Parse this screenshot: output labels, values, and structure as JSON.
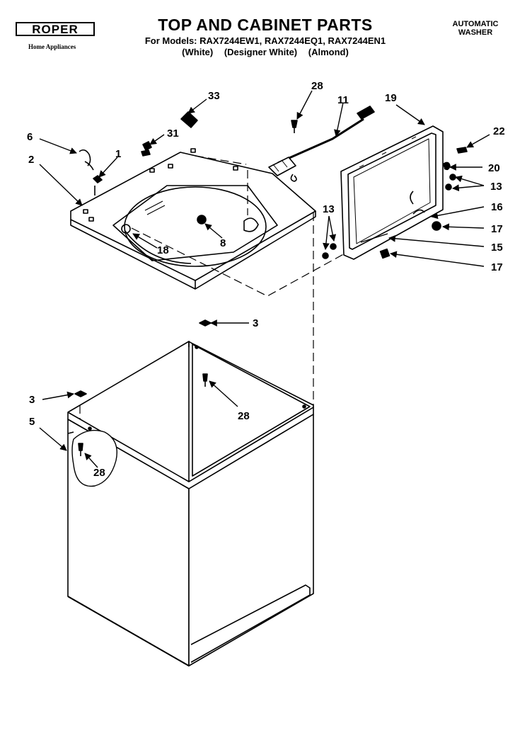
{
  "header": {
    "brand": "ROPER",
    "brand_tagline": "Home Appliances",
    "title": "TOP AND CABINET PARTS",
    "models_line": "For Models: RAX7244EW1, RAX7244EQ1, RAX7244EN1",
    "colors": [
      "(White)",
      "(Designer White)",
      "(Almond)"
    ],
    "appliance_type_line1": "AUTOMATIC",
    "appliance_type_line2": "WASHER"
  },
  "callouts": {
    "c33": "33",
    "c28_top": "28",
    "c11": "11",
    "c19": "19",
    "c6": "6",
    "c31": "31",
    "c1": "1",
    "c2": "2",
    "c22": "22",
    "c20": "20",
    "c13_right": "13",
    "c16": "16",
    "c17_upper": "17",
    "c13_left": "13",
    "c15": "15",
    "c17_lower": "17",
    "c18": "18",
    "c8": "8",
    "c3_right": "3",
    "c3_left": "3",
    "c5": "5",
    "c28_mid": "28",
    "c28_left": "28"
  }
}
